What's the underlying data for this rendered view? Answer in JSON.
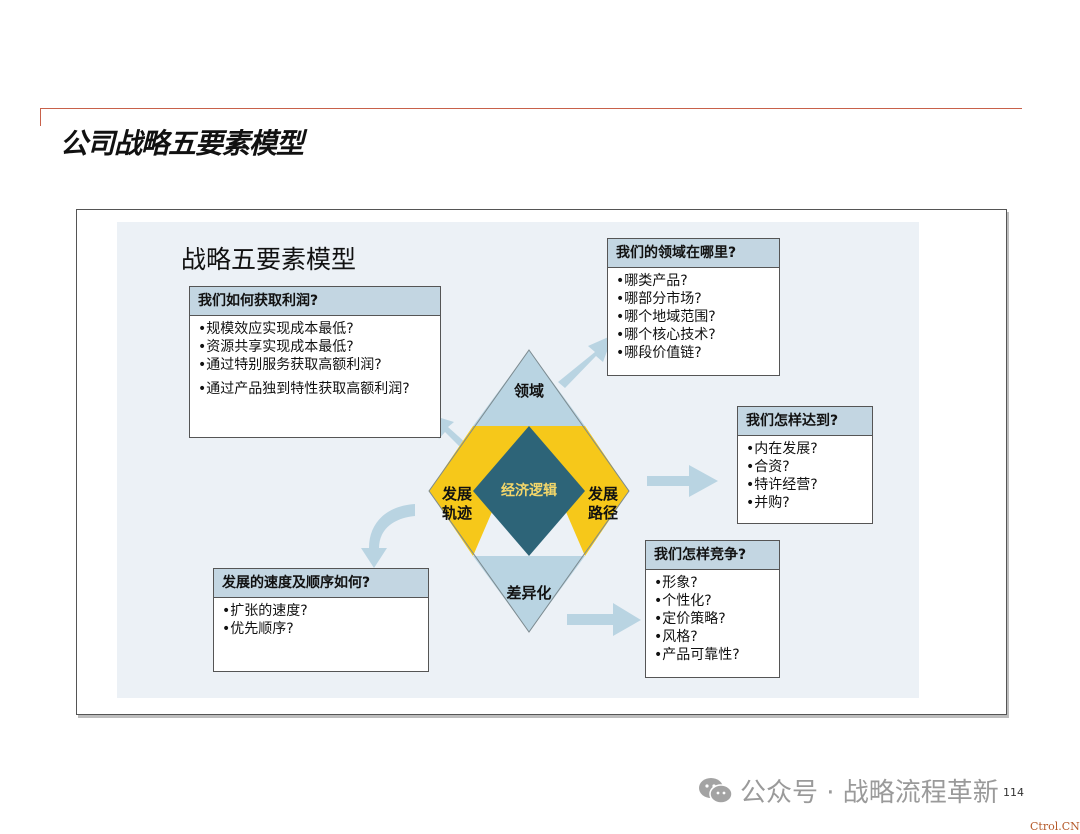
{
  "page_title": "公司战略五要素模型",
  "diagram": {
    "title": "战略五要素模型",
    "center_label": "经济逻辑",
    "top_label": "领域",
    "left_label": [
      "发展",
      "轨迹"
    ],
    "right_label": [
      "发展",
      "路径"
    ],
    "bottom_label": "差异化",
    "colors": {
      "diamond_light": "#b9d4e2",
      "diamond_gold": "#f6c81a",
      "diamond_center": "#2d6478",
      "box_header": "#c3d6e2",
      "arrow": "#b9d4e2"
    }
  },
  "boxes": {
    "profit": {
      "header": "我们如何获取利润?",
      "items": [
        "•规模效应实现成本最低?",
        "•资源共享实现成本最低?",
        "•通过特别服务获取高额利润?",
        "•通过产品独到特性获取高额利润?"
      ]
    },
    "domain": {
      "header": "我们的领域在哪里?",
      "items": [
        "•哪类产品?",
        "•哪部分市场?",
        "•哪个地域范围?",
        "•哪个核心技术?",
        "•哪段价值链?"
      ]
    },
    "reach": {
      "header": "我们怎样达到?",
      "items": [
        "•内在发展?",
        "•合资?",
        "•特许经营?",
        "•并购?"
      ]
    },
    "compete": {
      "header": "我们怎样竞争?",
      "items": [
        "•形象?",
        "•个性化?",
        "•定价策略?",
        "•风格?",
        "•产品可靠性?"
      ]
    },
    "speed": {
      "header": "发展的速度及顺序如何?",
      "items": [
        "•扩张的速度?",
        "•优先顺序?"
      ]
    }
  },
  "footer": {
    "watermark": "公众号 · 战略流程革新",
    "page_number": "114",
    "corner_tag": "Ctrol.CN"
  }
}
